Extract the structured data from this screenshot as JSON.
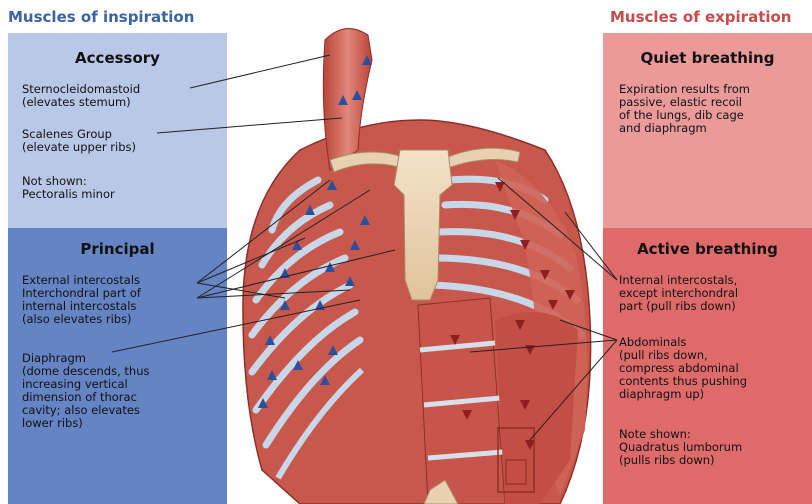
{
  "headers": {
    "inspiration": "Muscles of inspiration",
    "expiration": "Muscles of expiration"
  },
  "colors": {
    "inspiration_header": "#3c63a6",
    "expiration_header": "#c84b4b",
    "accessory_panel": "#b9c8e6",
    "principal_panel": "#6484c4",
    "quiet_panel": "#eb9a9a",
    "active_panel": "#df6a6a"
  },
  "panels": {
    "accessory": {
      "title": "Accessory",
      "labels": [
        "Sternocleidomastoid\n(elevates stemum)",
        "Scalenes Group\n(elevate upper ribs)",
        "Not shown:\n  Pectoralis minor"
      ]
    },
    "principal": {
      "title": "Principal",
      "labels": [
        "External intercostals\nInterchondral part of\ninternal intercostals\n(also elevates ribs)",
        "Diaphragm\n(dome descends, thus\nincreasing vertical\ndimension of thorac\ncavity; also elevates\nlower ribs)"
      ]
    },
    "quiet": {
      "title": "Quiet breathing",
      "labels": [
        "Expiration results from\npassive, elastic recoil\nof the lungs, dib cage\nand diaphragm"
      ]
    },
    "active": {
      "title": "Active breathing",
      "labels": [
        "Internal intercostals,\nexcept interchondral\npart (pull ribs down)",
        "Abdominals\n(pull ribs down,\ncompress abdominal\ncontents thus pushing\ndiaphragm up)",
        "Note shown:\n  Quadratus lumborum\n  (pulls ribs down)"
      ]
    }
  }
}
